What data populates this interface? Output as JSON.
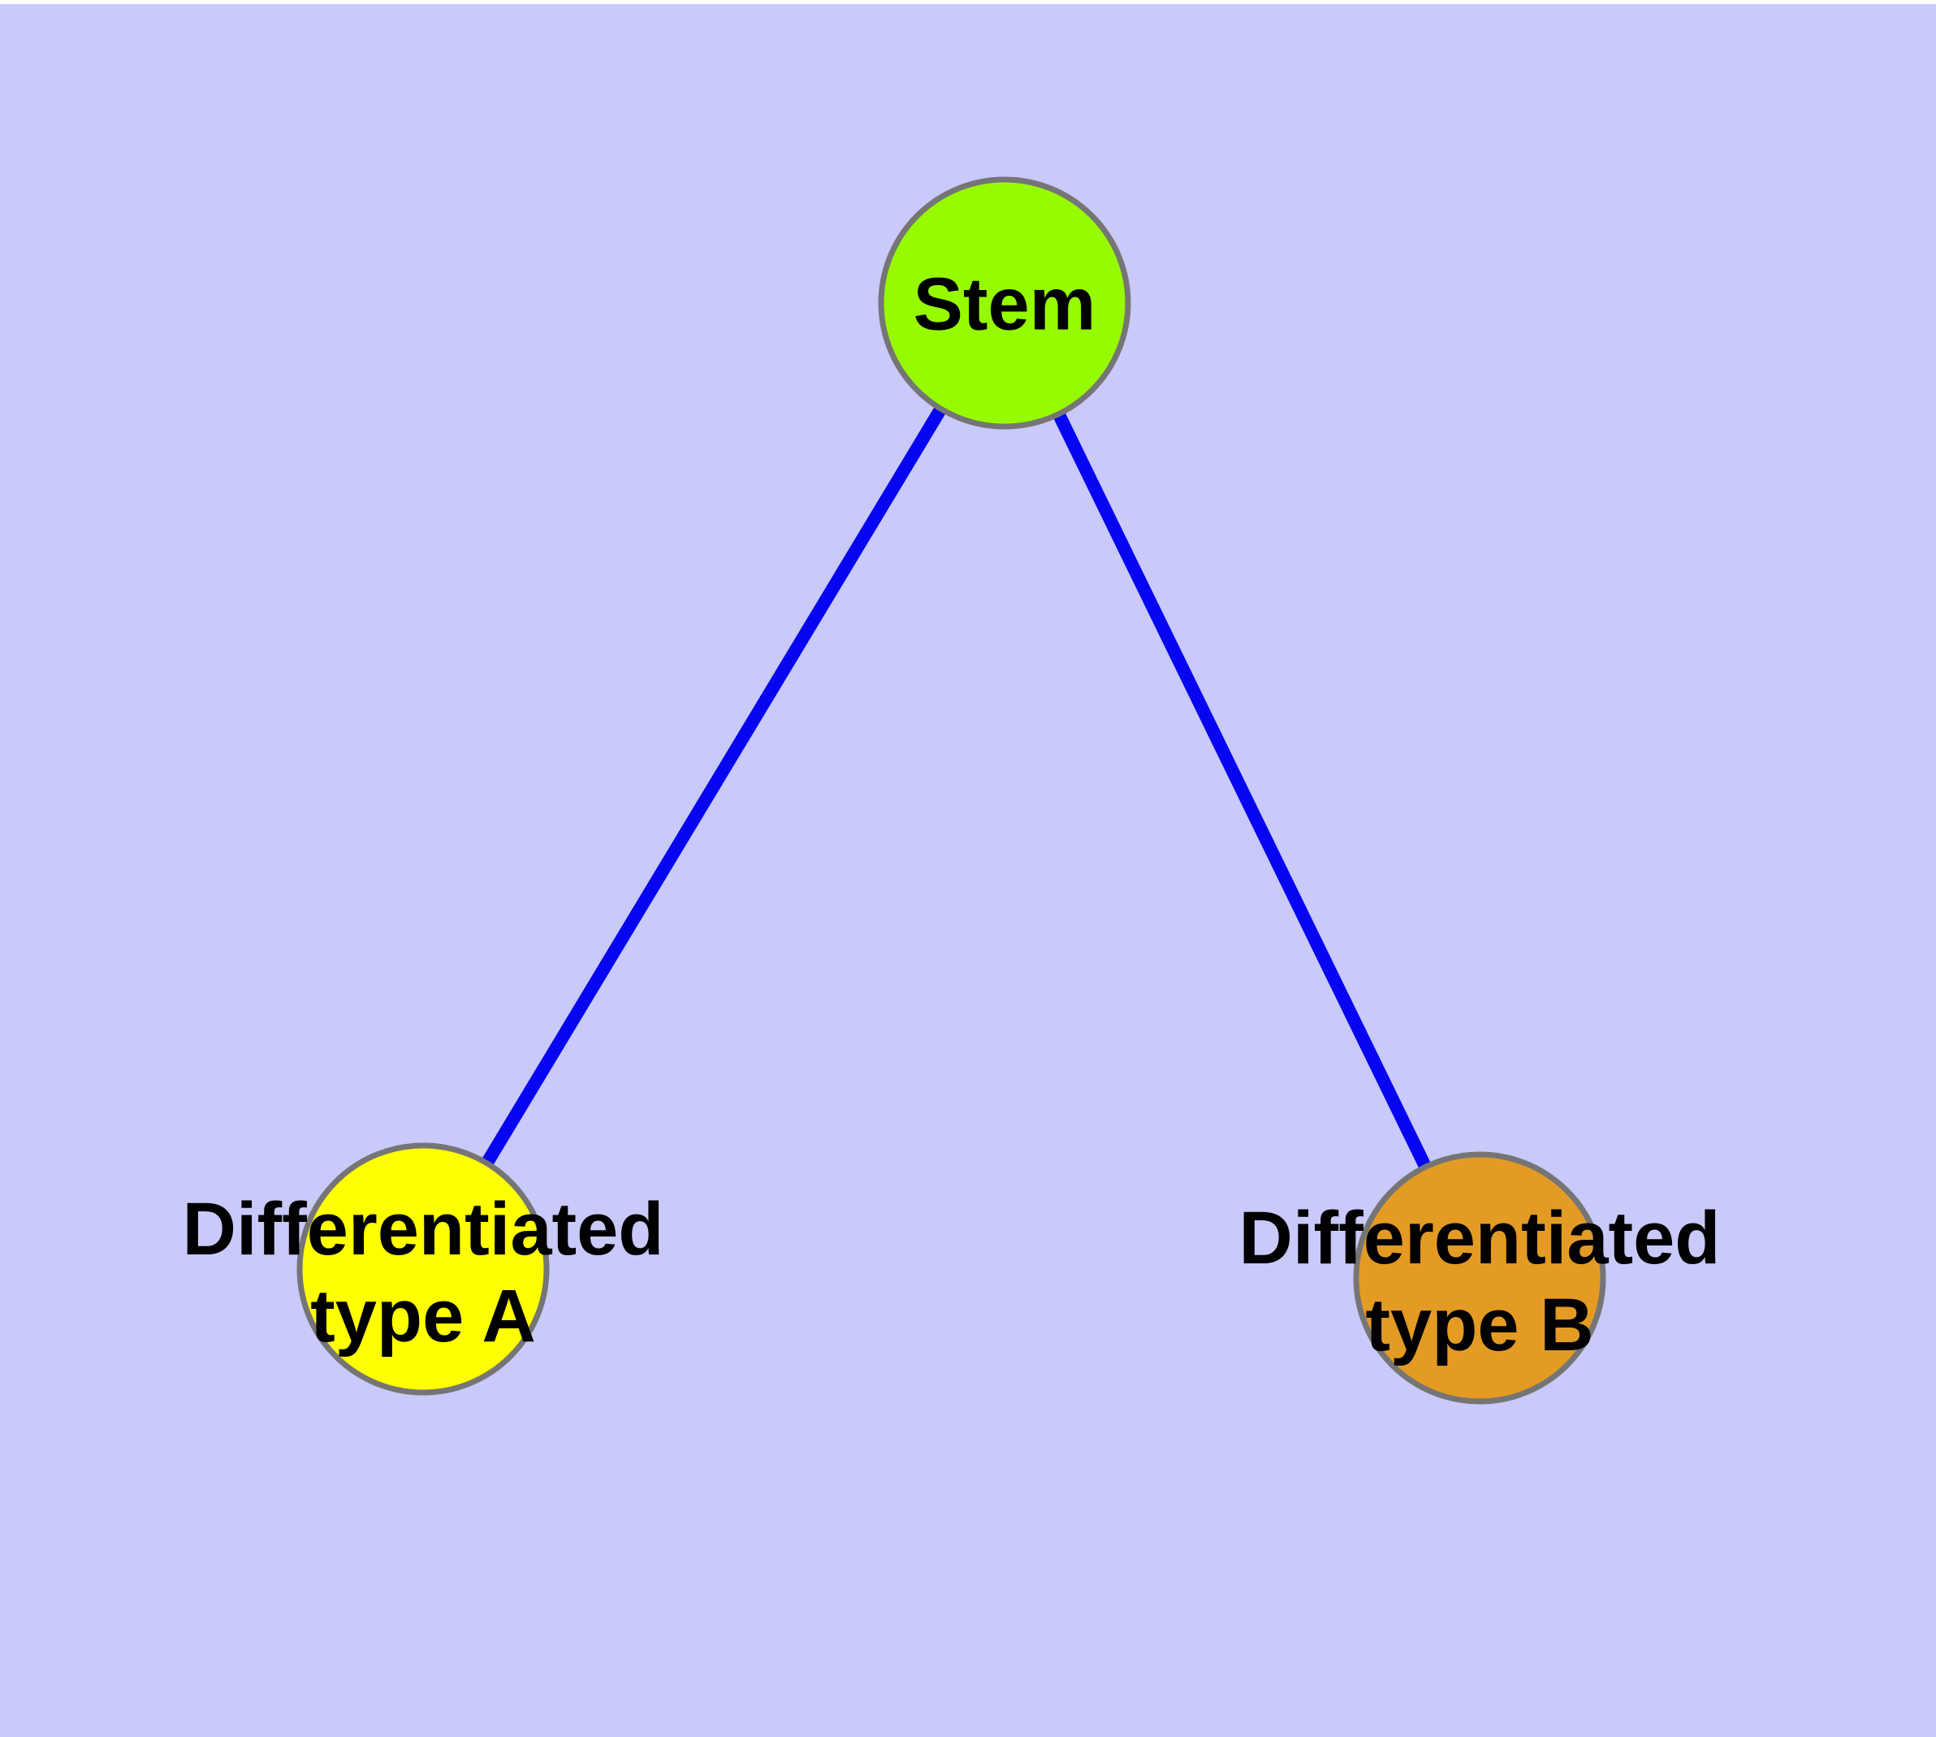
{
  "canvas": {
    "background_color": "#C9C9FA",
    "top_strip_color": "#FFFFFF"
  },
  "graph": {
    "type": "tree-diagram",
    "edge_color": "#0505F2",
    "node_border_color": "#757575",
    "label_color": "#000000",
    "nodes": [
      {
        "id": "stem",
        "label": "Stem",
        "lines": [
          "Stem"
        ],
        "fill_color": "#97FB00"
      },
      {
        "id": "differentiated-type-a",
        "label": "Differentiated type A",
        "lines": [
          "Differentiated",
          "type A"
        ],
        "fill_color": "#FFFF00"
      },
      {
        "id": "differentiated-type-b",
        "label": "Differentiated type B",
        "lines": [
          "Differentiated",
          "type B"
        ],
        "fill_color": "#E49B24"
      }
    ],
    "edges": [
      {
        "from": "stem",
        "to": "differentiated-type-a"
      },
      {
        "from": "stem",
        "to": "differentiated-type-b"
      }
    ]
  }
}
